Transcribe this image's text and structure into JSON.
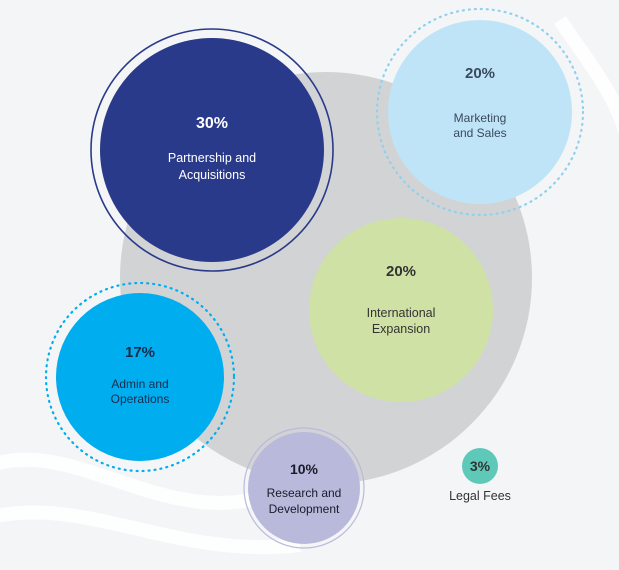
{
  "chart_data": {
    "type": "bubble",
    "title": "",
    "items": [
      {
        "id": "partnership",
        "percent": "30%",
        "value": 30,
        "label_lines": [
          "Partnership and",
          "Acquisitions"
        ],
        "color": "#2a3a8a",
        "text_color": "#ffffff",
        "ring": "solid",
        "ring_color": "#2a3a8a"
      },
      {
        "id": "marketing",
        "percent": "20%",
        "value": 20,
        "label_lines": [
          "Marketing",
          "and Sales"
        ],
        "color": "#bfe4f8",
        "text_color": "#3a4a5a",
        "ring": "dotted",
        "ring_color": "#8fd0ee"
      },
      {
        "id": "international",
        "percent": "20%",
        "value": 20,
        "label_lines": [
          "International",
          "Expansion"
        ],
        "color": "#cfe1a4",
        "text_color": "#333333",
        "ring": "none",
        "ring_color": ""
      },
      {
        "id": "admin",
        "percent": "17%",
        "value": 17,
        "label_lines": [
          "Admin and",
          "Operations"
        ],
        "color": "#00aeef",
        "text_color": "#1a2a4a",
        "ring": "dotted",
        "ring_color": "#00aeef"
      },
      {
        "id": "research",
        "percent": "10%",
        "value": 10,
        "label_lines": [
          "Research and",
          "Development"
        ],
        "color": "#b9b9dc",
        "text_color": "#1a1a2a",
        "ring": "solid",
        "ring_color": "#b9b9dc"
      },
      {
        "id": "legal",
        "percent": "3%",
        "value": 3,
        "label_lines": [
          "Legal Fees"
        ],
        "color": "#5ec8b9",
        "text_color": "#333333",
        "ring": "none",
        "ring_color": ""
      }
    ]
  },
  "colors": {
    "background": "#f4f5f7",
    "backdrop_circle": "#d2d3d5"
  }
}
